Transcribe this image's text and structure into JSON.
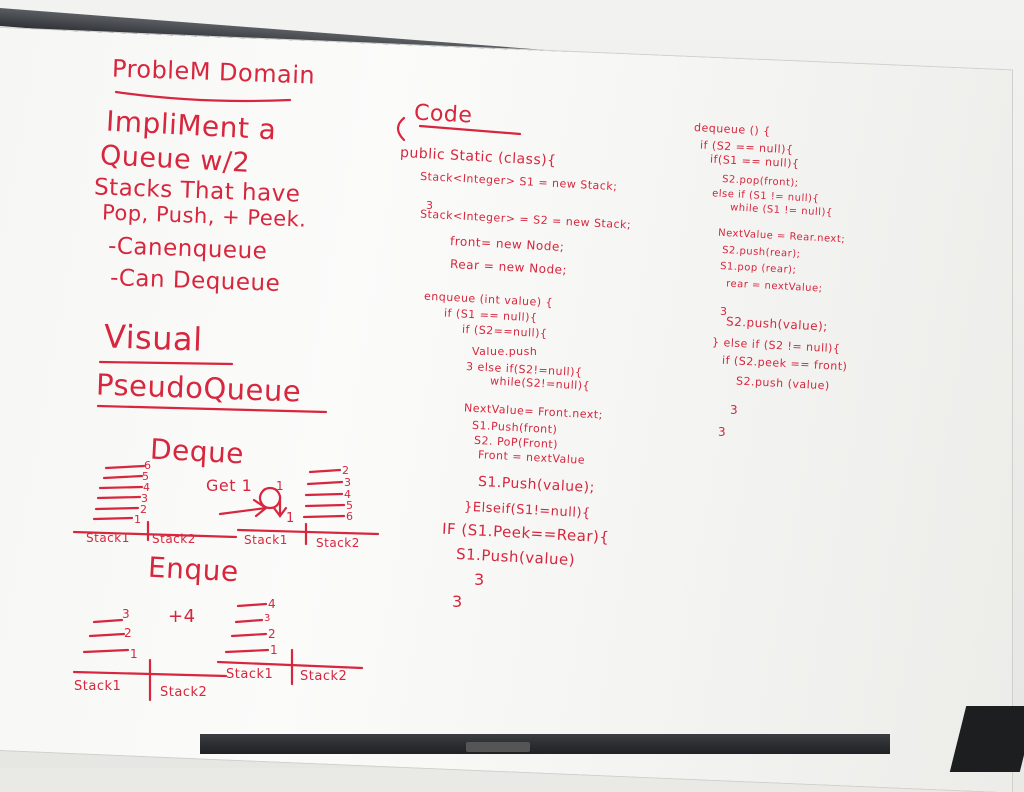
{
  "problem": {
    "title": "ProbleM Domain",
    "lines": [
      "ImpliMent a",
      "Queue w/2",
      "Stacks That have",
      "Pop, Push, + Peek.",
      "-Canenqueue",
      "-Can Dequeue"
    ]
  },
  "visual": {
    "title": "Visual",
    "subtitle": "PseudoQueue",
    "deque_label": "Deque",
    "get_label": "Get 1",
    "circle_label": "1",
    "enque_label": "Enque",
    "plus_label": "+4",
    "stack1": "Stack1",
    "stack2": "Stack2",
    "deque_left_nums": [
      "6",
      "5",
      "4",
      "3",
      "2",
      "1"
    ],
    "deque_right_nums": [
      "2",
      "3",
      "4",
      "5",
      "6"
    ],
    "deque_mid_num": "1",
    "enque_left_nums": [
      "3",
      "2",
      "1"
    ],
    "enque_right_nums": [
      "4",
      "3",
      "2",
      "1"
    ]
  },
  "code": {
    "title": "Code",
    "lines": [
      "public Static (class){",
      "Stack<Integer> S1 = new Stack;",
      "3",
      "Stack<Integer> = S2 = new Stack;",
      "front= new Node;",
      "Rear = new Node;",
      "enqueue (int value) {",
      "if (S1 == null){",
      "if (S2==null){",
      "Value.push",
      "3 else if(S2!=null){",
      "while(S2!=null){",
      "NextValue= Front.next;",
      "S1.Push(front)",
      "S2. PoP(Front)",
      "Front = nextValue",
      "S1.Push(value);",
      "}Elseif(S1!=null){",
      "IF (S1.Peek==Rear){",
      "S1.Push(value)",
      "3",
      "3"
    ]
  },
  "dequeue_code": {
    "lines": [
      "dequeue () {",
      "if (S2 == null){",
      "if(S1 == null){",
      "S2.pop(front);",
      "else if (S1 != null){",
      "while (S1 != null){",
      "NextValue = Rear.next;",
      "S2.push(rear);",
      "S1.pop (rear);",
      "rear = nextValue;",
      "3",
      "S2.push(value);",
      "} else if (S2 != null){",
      "if (S2.peek == front)",
      "S2.push (value)",
      "3",
      "3"
    ]
  },
  "colors": {
    "ink": "#d7263d",
    "board": "#f6f6f4",
    "rail": "#3a3d41"
  }
}
